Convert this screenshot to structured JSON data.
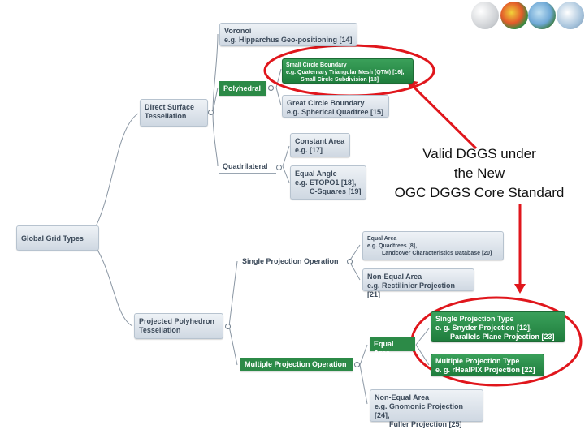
{
  "root": "Global Grid Types",
  "direct": "Direct Surface Tessellation",
  "projected": "Projected Polyhedron Tessellation",
  "voronoi": {
    "title": "Voronoi",
    "example": "e.g. Hipparchus Geo-positioning [14]"
  },
  "polyhedral": "Polyhedral",
  "small_circle": {
    "title": "Small Circle Boundary",
    "line1": "e.g. Quaternary Triangular Mesh (QTM) [16],",
    "line2": "Small Circle Subdivision [13]"
  },
  "great_circle": {
    "title": "Great Circle Boundary",
    "example": "e.g. Spherical Quadtree [15]"
  },
  "quadrilateral": "Quadrilateral",
  "constant_area": {
    "title": "Constant Area",
    "example": "e.g. [17]"
  },
  "equal_angle": {
    "title": "Equal Angle",
    "line1": "e.g. ETOPO1 [18],",
    "line2": "C-Squares [19]"
  },
  "single_projection_op": "Single Projection Operation",
  "sp_equal_area": {
    "title": "Equal Area",
    "line1": "e.g. Quadtrees [8],",
    "line2": "Landcover Characteristics Database [20]"
  },
  "sp_non_equal": {
    "title": "Non-Equal Area",
    "example": "e.g. Rectilinier Projection [21]"
  },
  "multiple_projection_op": "Multiple Projection Operation",
  "mp_equal_area": "Equal Area",
  "single_proj_type": {
    "title": "Single Projection Type",
    "line1": "e. g.  Snyder Projection [12],",
    "line2": "Parallels Plane Projection [23]"
  },
  "multi_proj_type": {
    "title": "Multiple Projection Type",
    "line1": "e. g.  rHealPIX Projection [22]"
  },
  "mp_non_equal": {
    "title": "Non-Equal Area",
    "line1": "e.g. Gnomonic Projection [24],",
    "line2": "Fuller Projection [25]"
  },
  "annotation": {
    "line1": "Valid DGGS under",
    "line2": "the New",
    "line3": "OGC DGGS Core Standard"
  },
  "colors": {
    "highlight": "#e0161c",
    "node_green": "#2c8a47",
    "line": "#8a96a3"
  }
}
